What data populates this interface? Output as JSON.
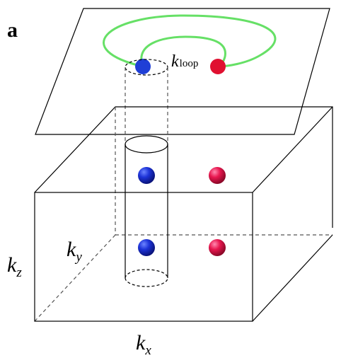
{
  "panel_label": "a",
  "loop_label": {
    "main": "k",
    "sub": "loop"
  },
  "axes": {
    "x": {
      "main": "k",
      "sub": "x"
    },
    "y": {
      "main": "k",
      "sub": "y"
    },
    "z": {
      "main": "k",
      "sub": "z"
    }
  },
  "colors": {
    "loop": "#66e066",
    "blue_point": "#1f3fd6",
    "red_point": "#e01030",
    "red_sphere": "#e8174f",
    "blue_sphere": "#1a2fd0",
    "line": "#000000",
    "dashed": "#555555"
  }
}
